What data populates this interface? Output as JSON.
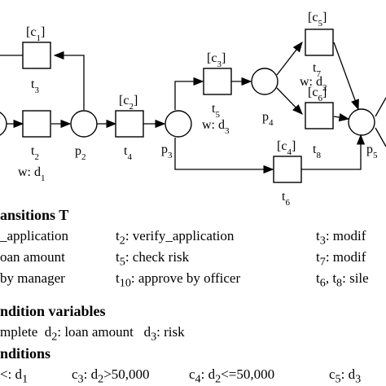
{
  "net": {
    "transitions": [
      {
        "id": "t1_box",
        "guard": "",
        "label": "",
        "weight": ""
      },
      {
        "id": "t2",
        "guard": "",
        "label": "t<sub>2</sub>",
        "weight": "w: d<sub>1</sub>"
      },
      {
        "id": "t3",
        "guard": "[c<sub>1</sub>]",
        "label": "t<sub>3</sub>",
        "weight": ""
      },
      {
        "id": "t4",
        "guard": "[c<sub>2</sub>]",
        "label": "t<sub>4</sub>",
        "weight": ""
      },
      {
        "id": "t5",
        "guard": "[c<sub>3</sub>]",
        "label": "t<sub>5</sub>",
        "weight": "w: d<sub>3</sub>"
      },
      {
        "id": "t6",
        "guard": "[c<sub>4</sub>]",
        "label": "t<sub>6</sub>",
        "weight": ""
      },
      {
        "id": "t7",
        "guard": "[c<sub>5</sub>]",
        "label": "t<sub>7</sub>",
        "weight": "w: d<sub>2</sub>"
      },
      {
        "id": "t8",
        "guard": "[c<sub>6</sub>]",
        "label": "t<sub>8</sub>",
        "weight": ""
      }
    ],
    "places": [
      {
        "id": "p2",
        "label": "p<sub>2</sub>"
      },
      {
        "id": "p3",
        "label": "p<sub>3</sub>"
      },
      {
        "id": "p4",
        "label": "p<sub>4</sub>"
      },
      {
        "id": "p5",
        "label": "p<sub>5</sub>"
      }
    ]
  },
  "legend": {
    "transitions_heading": "ansitions T",
    "transitions_rows": [
      [
        "_application",
        "t<sub>2</sub>: verify_application",
        "t<sub>3</sub>: modif"
      ],
      [
        "oan amount",
        "t<sub>5</sub>: check risk",
        "t<sub>7</sub>: modif"
      ],
      [
        "by manager",
        "t<sub>10</sub>: approve by officer",
        "t<sub>6</sub>, t<sub>8</sub>: sile"
      ]
    ],
    "condvars_heading": "ndition variables",
    "condvars_row": "mplete &nbsp; d<sub>2</sub>: loan amount &nbsp; d<sub>3</sub>: risk",
    "conditions_heading": "nditions",
    "conditions_row": [
      "&lt;: d<sub>1</sub>",
      "c<sub>3</sub>: d<sub>2</sub>&gt;50,000",
      "c<sub>4</sub>: d<sub>2</sub>&lt;=50,000",
      "c<sub>5</sub>: d<sub>3</sub>"
    ]
  }
}
